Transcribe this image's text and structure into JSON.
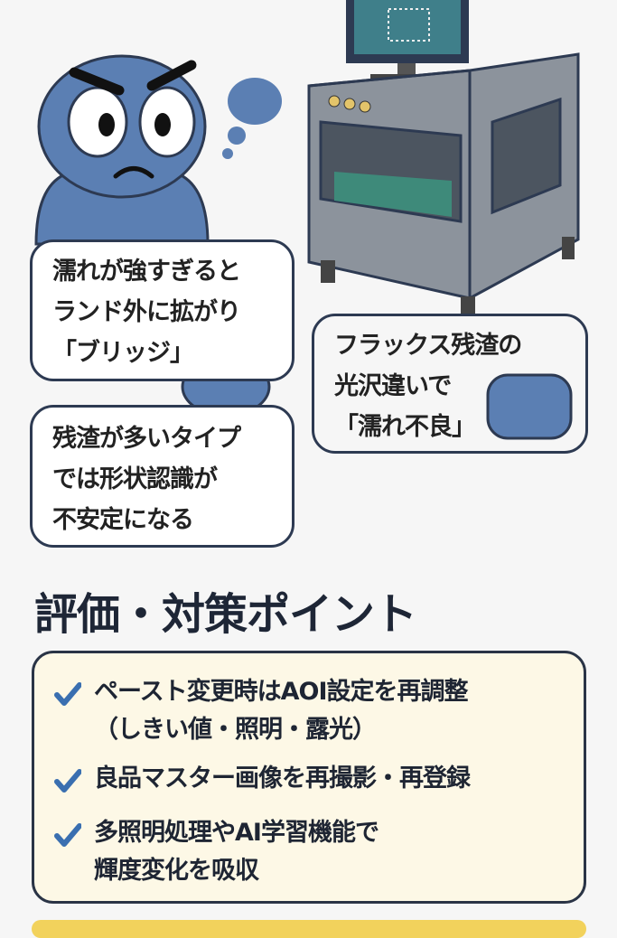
{
  "bubbles": {
    "bridge": {
      "lines": [
        "濡れが強すぎると",
        "ランド外に拡がり",
        "「ブリッジ」"
      ]
    },
    "residue": {
      "lines": [
        "残渣が多いタイプ",
        "では形状認識が",
        "不安定になる"
      ]
    },
    "flux": {
      "lines": [
        "フラックス残渣の",
        "光沢違いで",
        "「濡れ不良」"
      ]
    }
  },
  "section": {
    "title": "評価・対策ポイント",
    "items": [
      {
        "lines": [
          "ペースト変更時はAOI設定を再調整",
          "（しきい値・照明・露光）"
        ]
      },
      {
        "lines": [
          "良品マスター画像を再撮影・再登録"
        ]
      },
      {
        "lines": [
          "多照明処理やAI学習機能で",
          "輝度変化を吸収"
        ]
      }
    ]
  },
  "colors": {
    "character": "#5b7fb3",
    "outline": "#2d3a52",
    "check": "#3a6fb0",
    "box_bg": "#fdf8e6",
    "machine": "#8c939c"
  }
}
